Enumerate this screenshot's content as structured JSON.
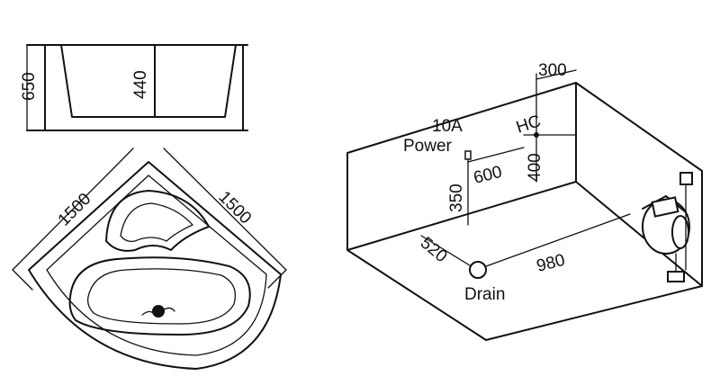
{
  "front_view": {
    "height_label": "650",
    "inner_depth_label": "440"
  },
  "top_view": {
    "left_side_label": "1500",
    "right_side_label": "1500"
  },
  "install_view": {
    "wall_offset_label": "300",
    "power_amp_label": "10A",
    "power_label": "Power",
    "hc_label": "HC",
    "power_width_label": "600",
    "hc_height_label": "400",
    "power_height_label": "350",
    "drain_side_label": "520",
    "drain_length_label": "980",
    "drain_label": "Drain"
  }
}
